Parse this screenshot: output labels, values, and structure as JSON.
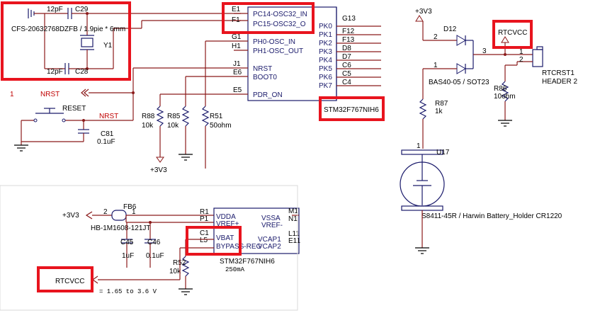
{
  "colors": {
    "wire": "#8b1a1a",
    "body": "#1a1a6b",
    "highlight": "#e8141e",
    "net": "#c00000"
  },
  "osc": {
    "c29_val": "12pF",
    "c29_ref": "C29",
    "c28_val": "12pF",
    "c28_ref": "C28",
    "crystal_part": "CFS-20632768DZFB / 1.9pie * 6mm",
    "crystal_ref": "Y1"
  },
  "mcu_top": {
    "pins_left_num": [
      "E1",
      "F1",
      "G1",
      "H1",
      "J1",
      "E6",
      "E5"
    ],
    "pins_left_name": [
      "PC14-OSC32_IN",
      "PC15-OSC32_O",
      "PH0-OSC_IN",
      "PH1-OSC_OUT",
      "NRST",
      "BOOT0",
      "PDR_ON"
    ],
    "pins_right_name": [
      "PK0",
      "PK1",
      "PK2",
      "PK3",
      "PK4",
      "PK5",
      "PK6",
      "PK7"
    ],
    "pins_right_num": [
      "G13",
      "F12",
      "F13",
      "D8",
      "D7",
      "C6",
      "C5",
      "C4"
    ],
    "part": "STM32F767NIH6"
  },
  "reset": {
    "net_num": "1",
    "net_name": "NRST",
    "switch_label": "RESET",
    "nrst_label": "NRST",
    "c81_ref": "C81",
    "c81_val": "0.1uF"
  },
  "resistors_top": [
    {
      "ref": "R88",
      "val": "10k"
    },
    {
      "ref": "R85",
      "val": "10k"
    },
    {
      "ref": "R51",
      "val": "50ohm"
    }
  ],
  "supply_top": "+3V3",
  "rtc": {
    "supply": "+3V3",
    "d_ref": "D12",
    "pin2": "2",
    "pin1": "1",
    "pin3": "3",
    "d_part": "BAS40-05 / SOT23",
    "rtcvcc": "RTCVCC",
    "hdr_pin1": "1",
    "hdr_pin2": "2",
    "hdr_ref": "RTCRST1",
    "hdr_part": "HEADER 2",
    "r86_ref": "R86",
    "r86_val": "10ohm",
    "r87_ref": "R87",
    "r87_val": "1k",
    "bat_pin": "1",
    "bat_ref": "U17",
    "bat_part": "S8411-45R / Harwin Battery_Holder CR1220"
  },
  "power": {
    "supply": "+3V3",
    "fb_pin2": "2",
    "fb_pin1": "1",
    "fb_ref": "FB6",
    "fb_part": "HB-1M1608-121JT",
    "c45_ref": "C45",
    "c45_val": "1uF",
    "c46_ref": "C46",
    "c46_val": "0.1uF",
    "r52_ref": "R52",
    "r52_val": "10k",
    "pins_left_num": [
      "R1",
      "P1",
      "C1",
      "L5"
    ],
    "pins_left_name": [
      "VDDA",
      "VREF+",
      "VBAT",
      "BYPASS-REG"
    ],
    "pins_right_name": [
      "VSSA",
      "VREF-",
      "VCAP1",
      "VCAP2"
    ],
    "pins_right_num": [
      "M1",
      "N1",
      "L11",
      "E11"
    ],
    "part": "STM32F767NIH6",
    "current": "250mA",
    "rtcvcc": "RTCVCC",
    "range": "= 1.65 to 3.6 V"
  }
}
